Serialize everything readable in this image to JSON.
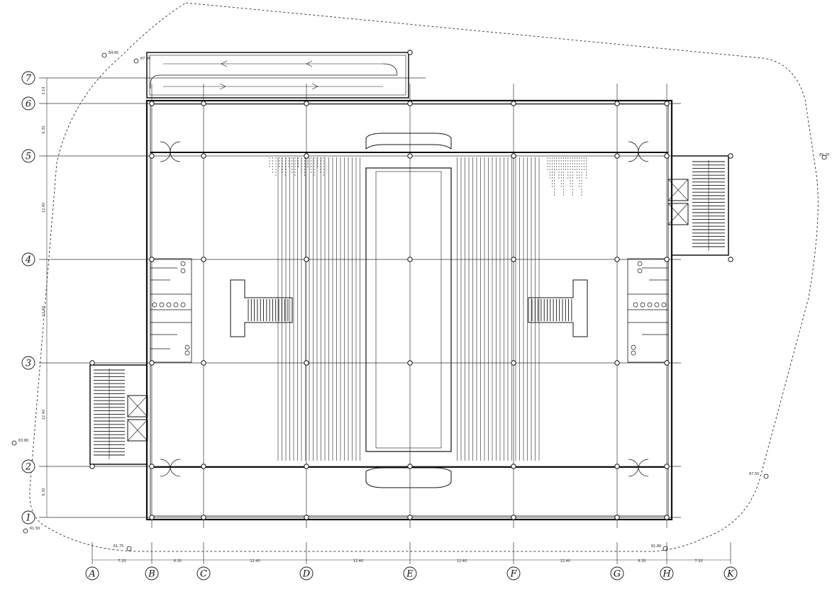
{
  "grid": {
    "columns": [
      "A",
      "B",
      "C",
      "D",
      "E",
      "F",
      "G",
      "H",
      "K"
    ],
    "rows": [
      "7",
      "6",
      "5",
      "4",
      "3",
      "2",
      "1"
    ]
  },
  "dimensions": {
    "horizontal": [
      "7.20",
      "6.30",
      "12.40",
      "12.40",
      "12.40",
      "12.40",
      "6.30",
      "7.20"
    ],
    "vertical": [
      "3.14",
      "6.30",
      "12.40",
      "12.40",
      "12.40",
      "6.30"
    ]
  },
  "elevation_marks": [
    {
      "level": "67.00"
    },
    {
      "level": "64.65"
    },
    {
      "level": "65.20"
    },
    {
      "level": "63.80"
    },
    {
      "level": "67.50"
    },
    {
      "level": "61.75"
    },
    {
      "level": "61.80"
    },
    {
      "level": "61.50"
    }
  ]
}
